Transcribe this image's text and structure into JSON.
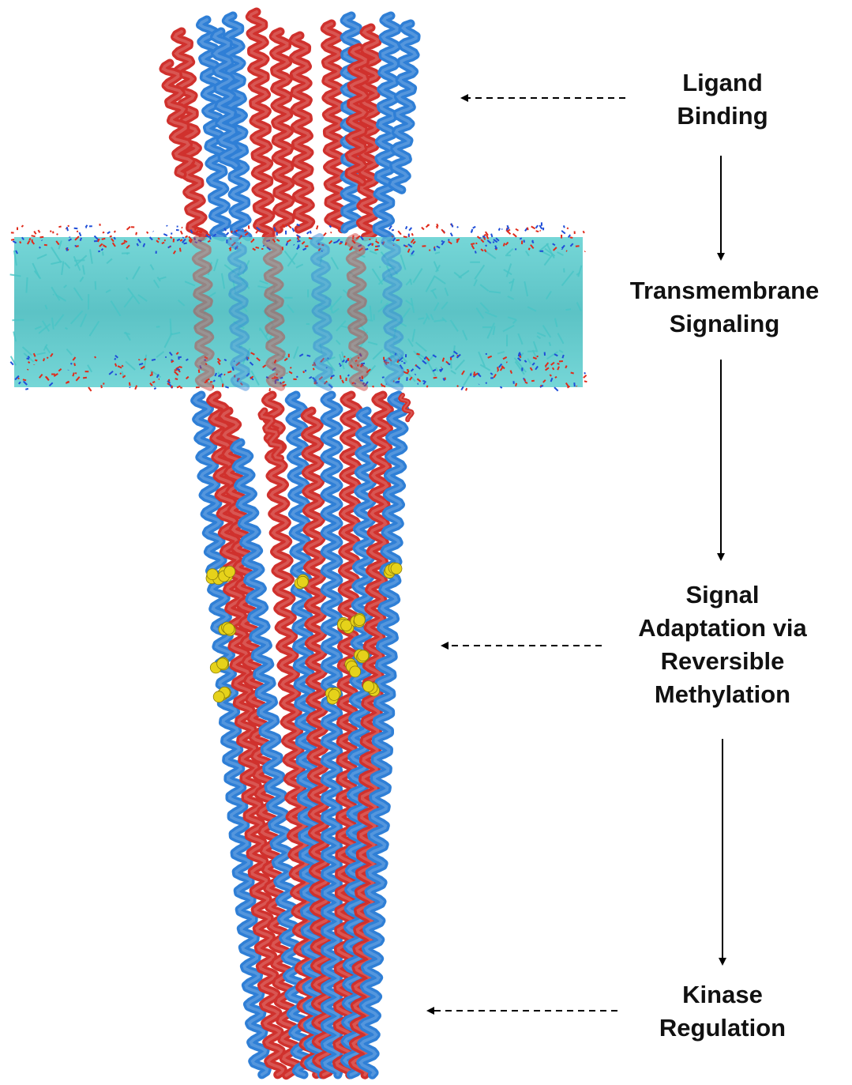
{
  "stages": [
    {
      "lines": [
        "Ligand",
        "Binding"
      ]
    },
    {
      "lines": [
        "Transmembrane",
        "Signaling"
      ]
    },
    {
      "lines": [
        "Signal",
        "Adaptation via",
        "Reversible",
        "Methylation"
      ]
    },
    {
      "lines": [
        "Kinase",
        "Regulation"
      ]
    }
  ],
  "colors": {
    "helix_red": "#d0312d",
    "helix_blue": "#2f7fd6",
    "lipid_cyan": "#48c4c6",
    "headgroup_red": "#e02a1a",
    "headgroup_blue": "#1f4ed8",
    "methylation_yellow": "#e6d21a",
    "text": "#111111"
  },
  "icons": {
    "dashed_arrow": "dashed-left-arrow-icon",
    "flow_arrow": "down-arrow-icon"
  }
}
